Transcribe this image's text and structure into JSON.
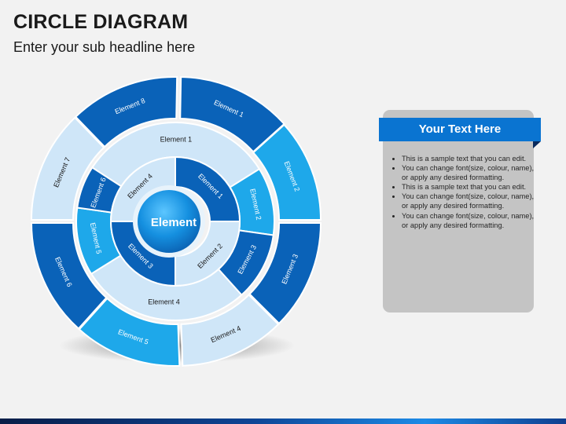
{
  "slide": {
    "title": "CIRCLE DIAGRAM",
    "subtitle": "Enter your sub headline here"
  },
  "diagram": {
    "center_label": "Element",
    "outer_ring": [
      "Element 1",
      "Element 2",
      "Element 3",
      "Element 4",
      "Element 5",
      "Element 6",
      "Element 7",
      "Element 8"
    ],
    "middle_ring": [
      "Element 1",
      "Element 2",
      "Element 3",
      "Element 4",
      "Element 5",
      "Element 6"
    ],
    "inner_ring": [
      "Element 1",
      "Element 2",
      "Element 3",
      "Element 4"
    ]
  },
  "panel": {
    "header": "Your Text Here",
    "bullets": [
      "This is a sample text that you can edit.",
      "You can change font(size, colour, name), or apply any desired formatting.",
      "This is a sample text that you can edit.",
      "You can change font(size, colour, name), or apply any desired formatting.",
      "You can change font(size, colour, name), or apply any desired formatting."
    ]
  },
  "colors": {
    "dark_blue": "#0a62b8",
    "bright_blue": "#1ea8ea",
    "light_blue": "#cfe6f8",
    "header_blue": "#0a74d1",
    "panel_gray": "#c4c4c4",
    "background": "#f2f2f2"
  }
}
